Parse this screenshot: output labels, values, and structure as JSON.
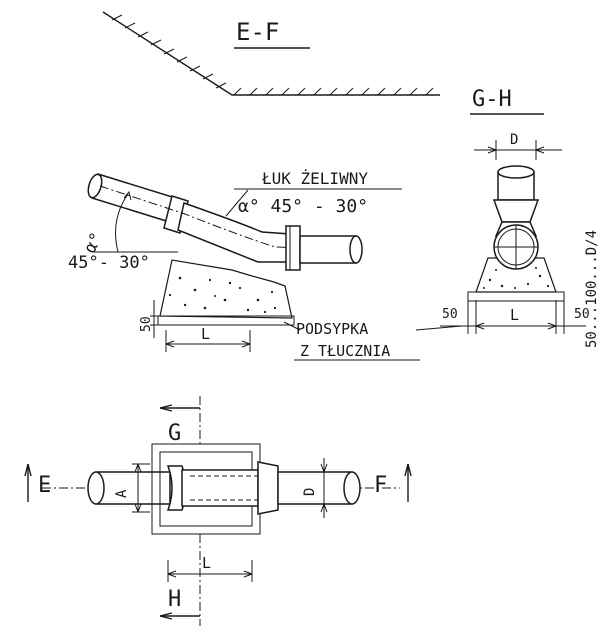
{
  "sections": {
    "ef": "E-F",
    "gh": "G-H"
  },
  "labels": {
    "bend_line1": "ŁUK ŻELIWNY",
    "bend_line2": "α° 45° - 30°",
    "alpha": "α°",
    "angle_range": "45°- 30°",
    "bedding_line1": "PODSYPKA",
    "bedding_line2": "Z TŁUCZNIA"
  },
  "dimensions": {
    "fifty_left": "50",
    "L_side": "L",
    "D_top": "D",
    "fifty_a": "50",
    "L_end": "L",
    "fifty_b": "50",
    "bedding_depth": "50...100...D/4",
    "A_plan": "A",
    "D_plan": "D",
    "L_plan": "L"
  },
  "section_marks": {
    "E": "E",
    "F": "F",
    "G": "G",
    "H": "H"
  }
}
